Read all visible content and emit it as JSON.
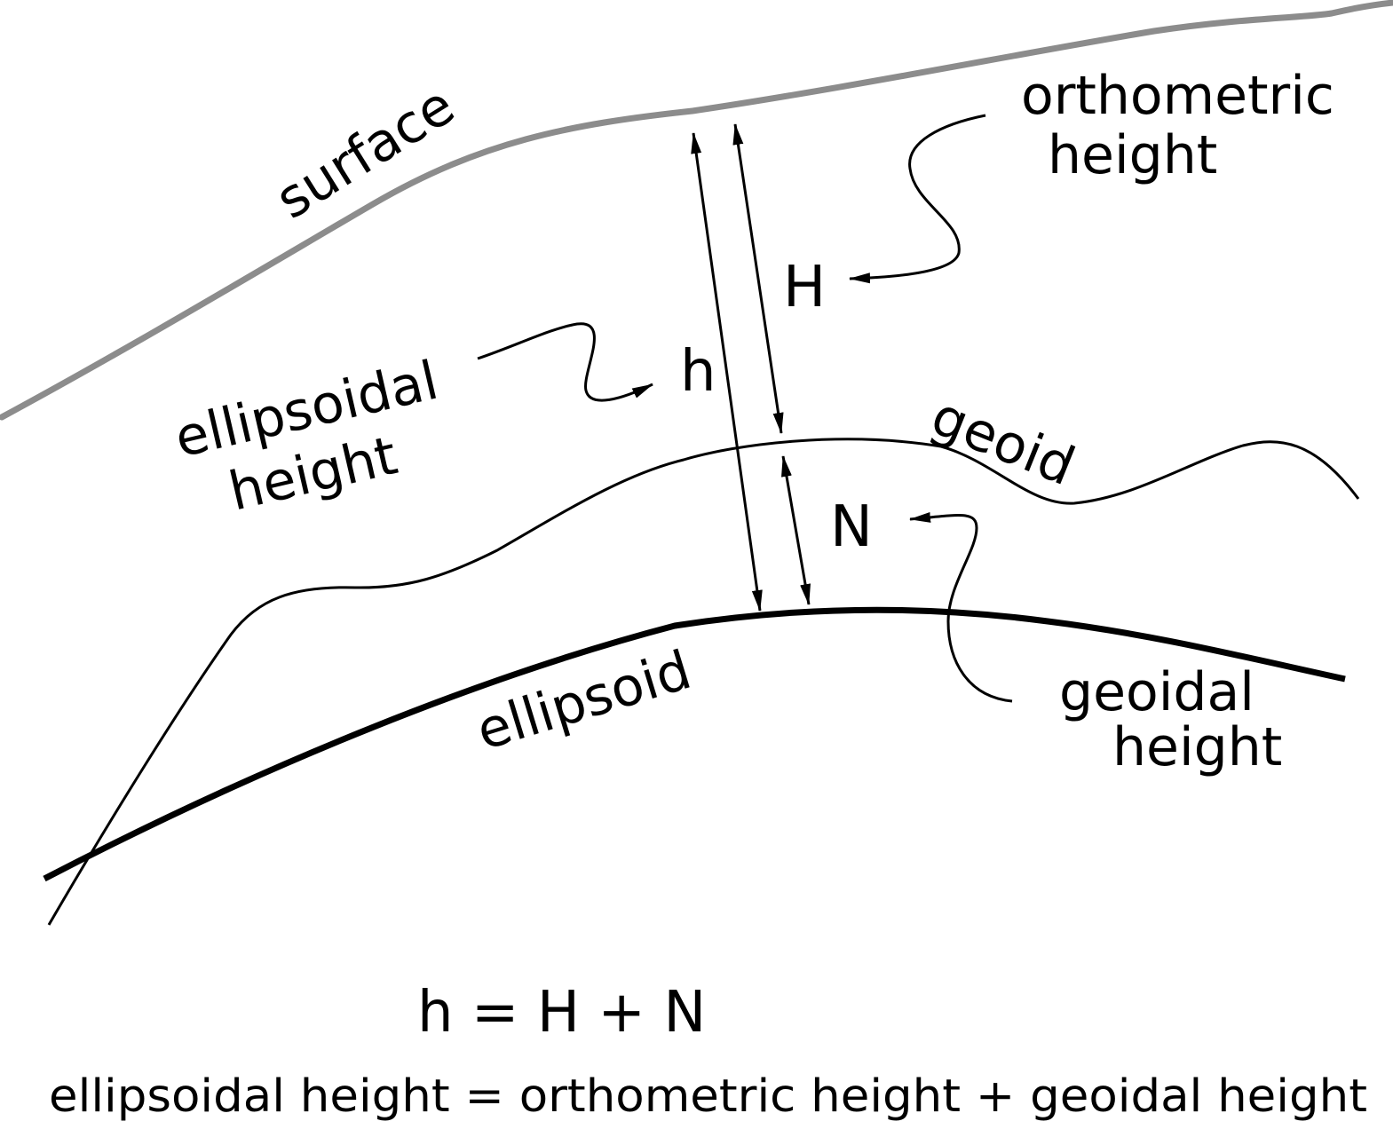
{
  "labels": {
    "surface": "surface",
    "orthometric_line1": "orthometric",
    "orthometric_line2": "height",
    "H": "H",
    "h": "h",
    "ellipsoidal_line1": "ellipsoidal",
    "ellipsoidal_line2": "height",
    "geoid": "geoid",
    "N": "N",
    "geoidal_line1": "geoidal",
    "geoidal_line2": "height",
    "ellipsoid": "ellipsoid"
  },
  "equations": {
    "symbolic": "h = H + N",
    "verbal": "ellipsoidal height = orthometric height + geoidal height"
  },
  "colors": {
    "surface": "#8c8c8c",
    "lines": "#000000"
  }
}
